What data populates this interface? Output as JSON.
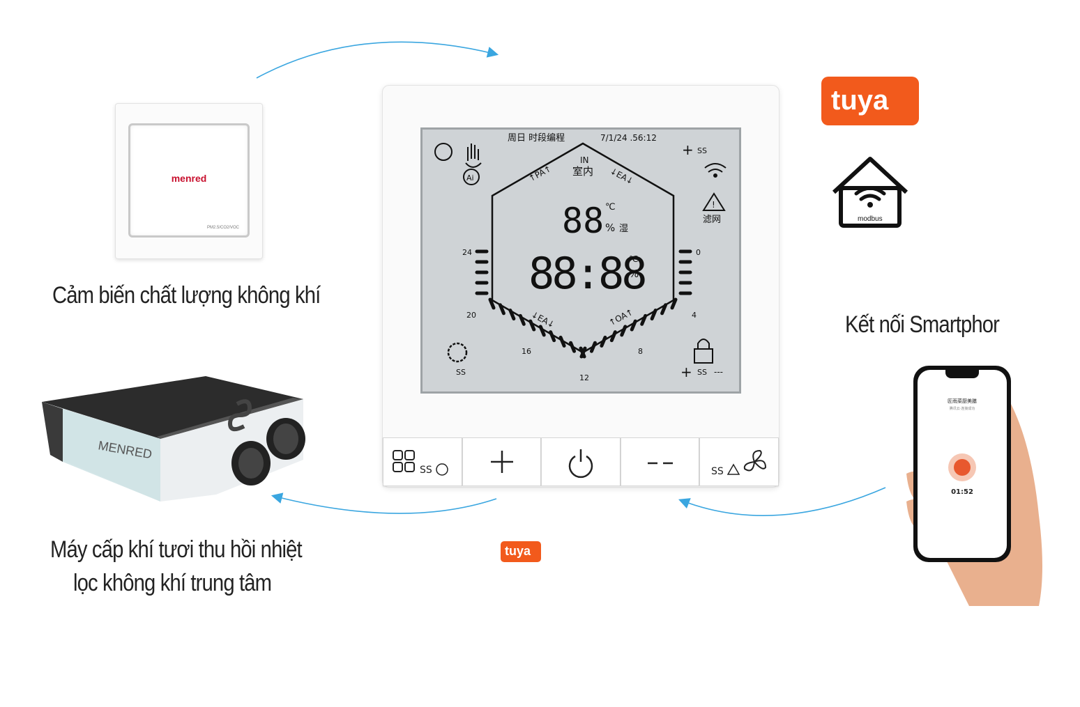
{
  "captions": {
    "sensor": "Cảm biến chất lượng không khí",
    "erv_line1": "Máy cấp khí tươi thu hồi nhiệt",
    "erv_line2": "lọc không khí trung tâm",
    "smartphone": "Kết nối Smartphor"
  },
  "sensor_device": {
    "brand": "menred",
    "model": "PM2.5/CO2/VOC"
  },
  "erv_unit": {
    "brand": "MENRED"
  },
  "thermostat": {
    "lcd": {
      "schedule": "周日 时段编程",
      "datetime": "7/1/24 .56:12",
      "in_label": "IN",
      "indoor_label": "室内",
      "pa_label": "↑PA↑",
      "ea_top_label": "↓EA↓",
      "ea_bottom_label": "↓EA↓",
      "oa_label": "↑OA↑",
      "big_humidity_digits": "88",
      "celsius": "℃",
      "percent": "%",
      "humidity_char": "湿",
      "main_digits": "88:88",
      "filter_label": "滤网",
      "ss": "SS",
      "dashes": "---",
      "plus": "+",
      "clock_ticks": [
        "24",
        "20",
        "16",
        "12",
        "8",
        "4",
        "0"
      ]
    },
    "keys": [
      {
        "name": "mode",
        "label": "SS"
      },
      {
        "name": "plus",
        "label": "+"
      },
      {
        "name": "power",
        "label": ""
      },
      {
        "name": "minus",
        "label": "--"
      },
      {
        "name": "fan",
        "label": "SS"
      }
    ]
  },
  "tuya": {
    "logo_text": "tuya"
  },
  "modbus": {
    "label": "modbus"
  },
  "phone": {
    "title": "匠雨菜厨美膳",
    "subtitle": "腾讯云·连接成功",
    "timer": "01:52"
  },
  "colors": {
    "tuya_orange": "#f25a1c",
    "arrow_blue": "#3aa6e0",
    "lcd_bg": "#cfd3d6",
    "brand_red": "#c8102e"
  }
}
